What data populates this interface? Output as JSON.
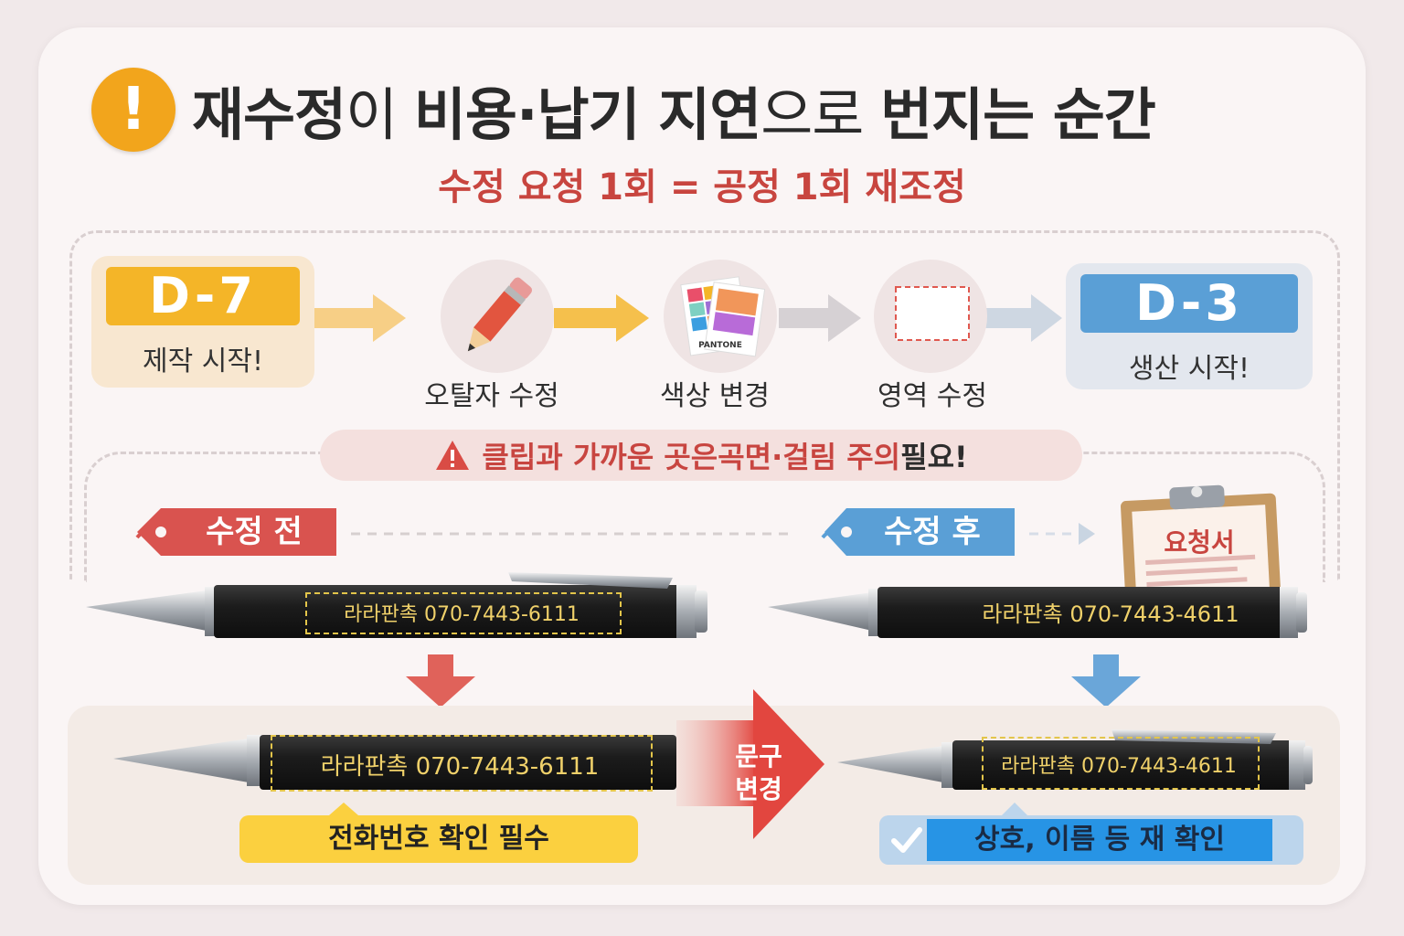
{
  "title": {
    "parts": [
      "재수정",
      "이 ",
      "비용·납기 지연",
      "으로 ",
      "번지는 순간"
    ],
    "icon": "exclamation-icon"
  },
  "subtitle": "수정 요청 1회 = 공정 1회 재조정",
  "timeline": {
    "start": {
      "label": "D-7",
      "sub": "제작 시작!",
      "color": "#f4b528"
    },
    "end": {
      "label": "D-3",
      "sub": "생산 시작!",
      "color": "#5a9fd6"
    },
    "steps": [
      {
        "label": "오탈자 수정",
        "icon": "pencil-icon"
      },
      {
        "label": "색상 변경",
        "icon": "pantone-swatch-icon",
        "badge": "PANTONE"
      },
      {
        "label": "영역 수정",
        "icon": "dashed-area-icon"
      }
    ]
  },
  "caution": {
    "parts": [
      "클립과 가까운 곳은 ",
      "곡면·걸림 주의",
      " 필요!"
    ],
    "icon": "warning-triangle-icon"
  },
  "before": {
    "tag": "수정 전",
    "pen_text": "라라판촉 070-7443-6111",
    "result_text": "라라판촉 070-7443-6111",
    "note": "전화번호 확인 필수",
    "color": "#d9534f"
  },
  "after": {
    "tag": "수정 후",
    "pen_text": "라라판촉 070-7443-4611",
    "result_text": "라라판촉 070-7443-4611",
    "note": "상호, 이름 등 재 확인",
    "color": "#5a9fd6",
    "clipboard": "요청서"
  },
  "middle_arrow": {
    "line1": "문구",
    "line2": "변경"
  }
}
